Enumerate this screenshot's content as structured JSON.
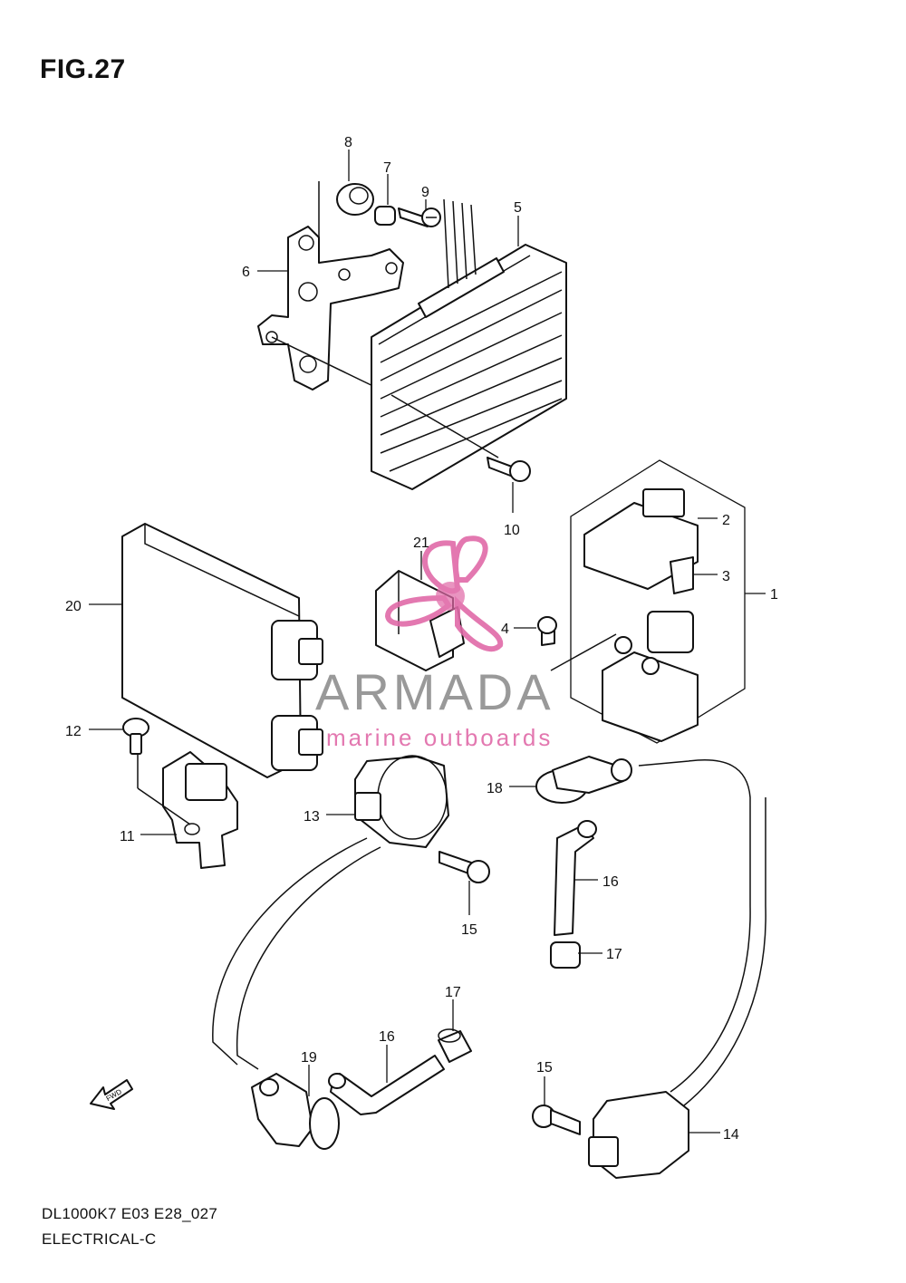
{
  "figure": {
    "title": "FIG.27",
    "footer_code": "DL1000K7 E03 E28_027",
    "footer_section": "ELECTRICAL-C",
    "fwd_label": "FWD"
  },
  "watermark": {
    "brand": "ARMADA",
    "tagline": "marine outboards",
    "accent_color": "#e06aa8",
    "text_color": "#8f8f8f"
  },
  "callouts": [
    {
      "id": "c1",
      "label": "1"
    },
    {
      "id": "c2",
      "label": "2"
    },
    {
      "id": "c3",
      "label": "3"
    },
    {
      "id": "c4",
      "label": "4"
    },
    {
      "id": "c5",
      "label": "5"
    },
    {
      "id": "c6",
      "label": "6"
    },
    {
      "id": "c7",
      "label": "7"
    },
    {
      "id": "c8",
      "label": "8"
    },
    {
      "id": "c9",
      "label": "9"
    },
    {
      "id": "c10",
      "label": "10"
    },
    {
      "id": "c11",
      "label": "11"
    },
    {
      "id": "c12",
      "label": "12"
    },
    {
      "id": "c13",
      "label": "13"
    },
    {
      "id": "c14",
      "label": "14"
    },
    {
      "id": "c15a",
      "label": "15"
    },
    {
      "id": "c15b",
      "label": "15"
    },
    {
      "id": "c16a",
      "label": "16"
    },
    {
      "id": "c16b",
      "label": "16"
    },
    {
      "id": "c17a",
      "label": "17"
    },
    {
      "id": "c17b",
      "label": "17"
    },
    {
      "id": "c18",
      "label": "18"
    },
    {
      "id": "c19",
      "label": "19"
    },
    {
      "id": "c20",
      "label": "20"
    },
    {
      "id": "c21",
      "label": "21"
    }
  ]
}
